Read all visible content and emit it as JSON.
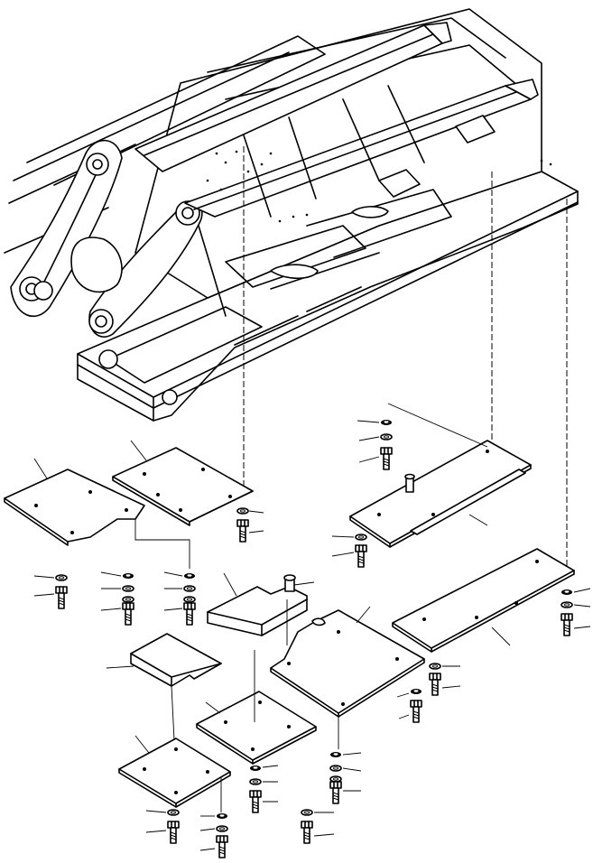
{
  "diagram": {
    "type": "exploded-parts-diagram",
    "colors": {
      "line": "#000000",
      "background": "#ffffff"
    },
    "assemblies": [
      {
        "name": "revolving-frame",
        "depicted": true
      },
      {
        "name": "undercover-plates",
        "count": 11
      },
      {
        "name": "bolt-washer-stacks",
        "count": 14
      }
    ]
  }
}
